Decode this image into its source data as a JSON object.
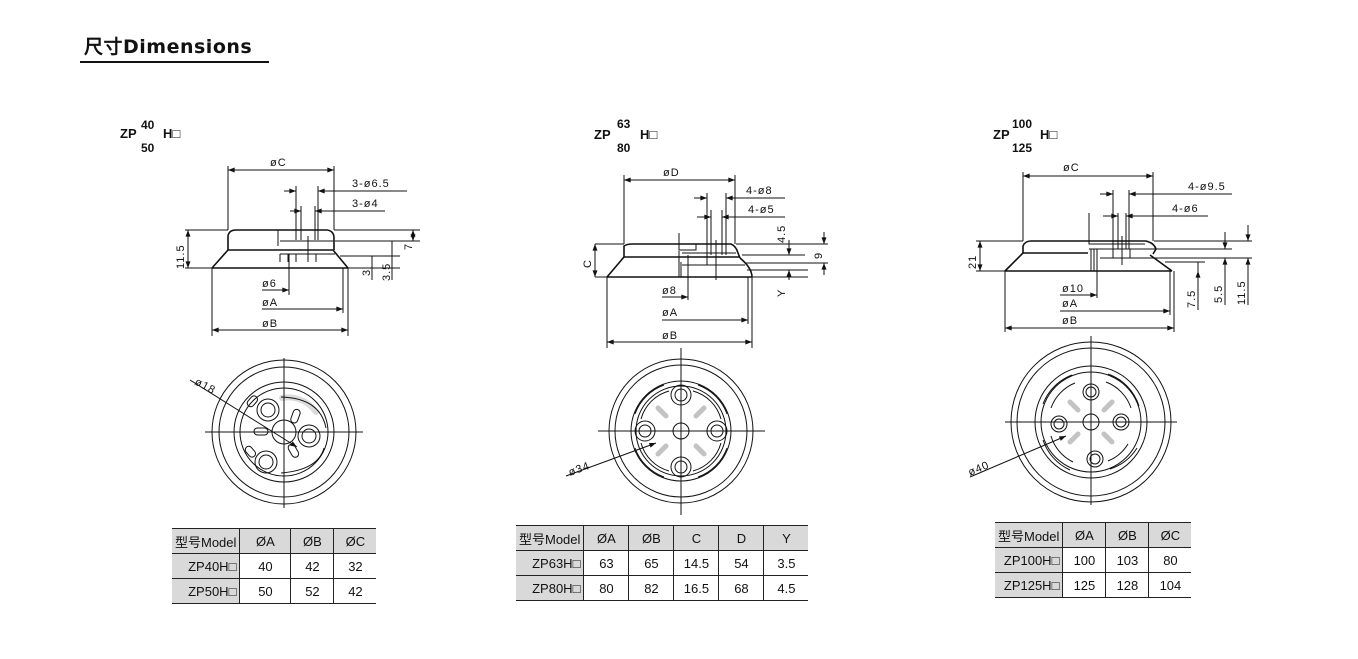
{
  "title": "尺寸Dimensions",
  "drawings": [
    {
      "model": {
        "prefix": "ZP",
        "top": "40",
        "bottom": "50",
        "suffix": "H□"
      },
      "labels": {
        "oc": "øC",
        "holes_outer": "3-ø6.5",
        "holes_inner": "3-ø4",
        "h_total": "11.5",
        "h_7": "7",
        "h_35": "3.5",
        "h_3": "3",
        "o6": "ø6",
        "oa": "øA",
        "ob": "øB",
        "pcd": "ø18"
      },
      "table": {
        "headers": [
          "型号Model",
          "ØA",
          "ØB",
          "ØC"
        ],
        "rows": [
          [
            "ZP40H□",
            "40",
            "42",
            "32"
          ],
          [
            "ZP50H□",
            "50",
            "52",
            "42"
          ]
        ]
      }
    },
    {
      "model": {
        "prefix": "ZP",
        "top": "63",
        "bottom": "80",
        "suffix": "H□"
      },
      "labels": {
        "od": "øD",
        "holes_outer": "4-ø8",
        "holes_inner": "4-ø5",
        "h_c": "C",
        "h_45": "4.5",
        "h_9": "9",
        "h_y": "Y",
        "o8": "ø8",
        "oa": "øA",
        "ob": "øB",
        "pcd": "ø34"
      },
      "table": {
        "headers": [
          "型号Model",
          "ØA",
          "ØB",
          "C",
          "D",
          "Y"
        ],
        "rows": [
          [
            "ZP63H□",
            "63",
            "65",
            "14.5",
            "54",
            "3.5"
          ],
          [
            "ZP80H□",
            "80",
            "82",
            "16.5",
            "68",
            "4.5"
          ]
        ]
      }
    },
    {
      "model": {
        "prefix": "ZP",
        "top": "100",
        "bottom": "125",
        "suffix": "H□"
      },
      "labels": {
        "oc": "øC",
        "holes_outer": "4-ø9.5",
        "holes_inner": "4-ø6",
        "h_21": "21",
        "h_75": "7.5",
        "h_55": "5.5",
        "h_115": "11.5",
        "o10": "ø10",
        "oa": "øA",
        "ob": "øB",
        "pcd": "ø40"
      },
      "table": {
        "headers": [
          "型号Model",
          "ØA",
          "ØB",
          "ØC"
        ],
        "rows": [
          [
            "ZP100H□",
            "100",
            "103",
            "80"
          ],
          [
            "ZP125H□",
            "125",
            "128",
            "104"
          ]
        ]
      }
    }
  ]
}
